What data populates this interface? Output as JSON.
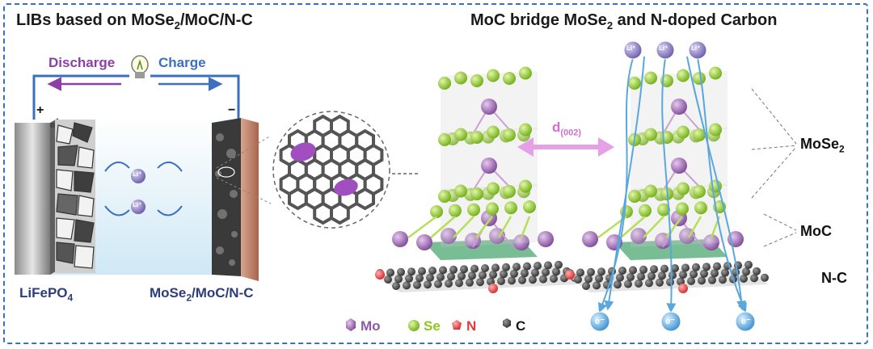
{
  "left_title": {
    "pre": "LIBs based on MoSe",
    "sub": "2",
    "post": "/MoC/N-C"
  },
  "right_title": {
    "pre": "MoC bridge MoSe",
    "sub": "2",
    "post": " and N-doped Carbon"
  },
  "battery": {
    "discharge": "Discharge",
    "charge": "Charge",
    "plus": "+",
    "minus": "−",
    "ion": "Li⁺",
    "cathode": {
      "pre": "LiFePO",
      "sub": "4",
      "post": ""
    },
    "anode": {
      "pre": "MoSe",
      "sub": "2",
      "post": "/MoC/N-C"
    }
  },
  "structure": {
    "spacing": {
      "pre": "d",
      "sub": "(002)"
    },
    "labels": {
      "mose2": {
        "pre": "MoSe",
        "sub": "2"
      },
      "moc": "MoC",
      "nc": "N-C"
    },
    "ions_top": [
      "Li⁺",
      "Li⁺",
      "Li⁺"
    ],
    "electrons": [
      "e⁻",
      "e⁻",
      "e⁻"
    ]
  },
  "legend": [
    {
      "label": "Mo",
      "color": "#8e5aa8"
    },
    {
      "label": "Se",
      "color": "#8bc621"
    },
    {
      "label": "N",
      "color": "#e8393e"
    },
    {
      "label": "C",
      "color": "#3a3a3a"
    }
  ],
  "colors": {
    "frame": "#3b6fc0",
    "discharge": "#8e3fa6",
    "charge": "#3b6fc0",
    "label_dark": "#2d3d7a",
    "spacing": "#d36fd0",
    "moc_sheet": "#2f9a5a",
    "li_ion": "#7a6bb8",
    "electron": "#5aa7de"
  }
}
